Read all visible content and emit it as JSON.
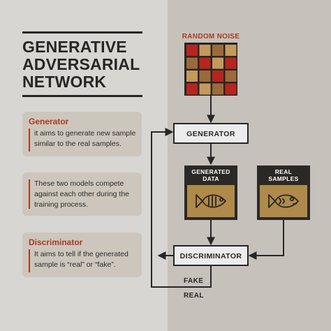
{
  "title": "GENERATIVE\nADVERSARIAL\nNETWORK",
  "cards": {
    "generator": {
      "heading": "Generator",
      "text": "it aims to generate new sample similar to the real samples."
    },
    "compete": {
      "text": "These two models compete against each other during the training process."
    },
    "discriminator": {
      "heading": "Discriminator",
      "text": "It aims to tell if the generated sample is “real” or “fake”."
    }
  },
  "diagram": {
    "noise_label": "RANDOM NOISE",
    "generator_label": "GENERATOR",
    "generated_label_line1": "GENERATED",
    "generated_label_line2": "DATA",
    "real_label_line1": "REAL",
    "real_label_line2": "SAMPLES",
    "discriminator_label": "DISCRIMINATOR",
    "fake_label": "FAKE",
    "real_output_label": "REAL"
  },
  "noise_grid": [
    [
      "red",
      "tan",
      "brown",
      "tan"
    ],
    [
      "brown",
      "red",
      "tan",
      "red"
    ],
    [
      "tan",
      "brown",
      "red",
      "brown"
    ],
    [
      "red",
      "tan",
      "brown",
      "red"
    ]
  ],
  "colors": {
    "background_left": "#d8d6d2",
    "background_right": "#c6c2bb",
    "accent": "#a93b1f",
    "dark": "#262626",
    "card_dark": "#2b2926",
    "fish_bg": "#b08a4a",
    "noise_red": "#b8251d",
    "noise_tan": "#c49a5a",
    "noise_brown": "#9c6a3a"
  },
  "icons": {
    "fish": "fish-icon"
  }
}
